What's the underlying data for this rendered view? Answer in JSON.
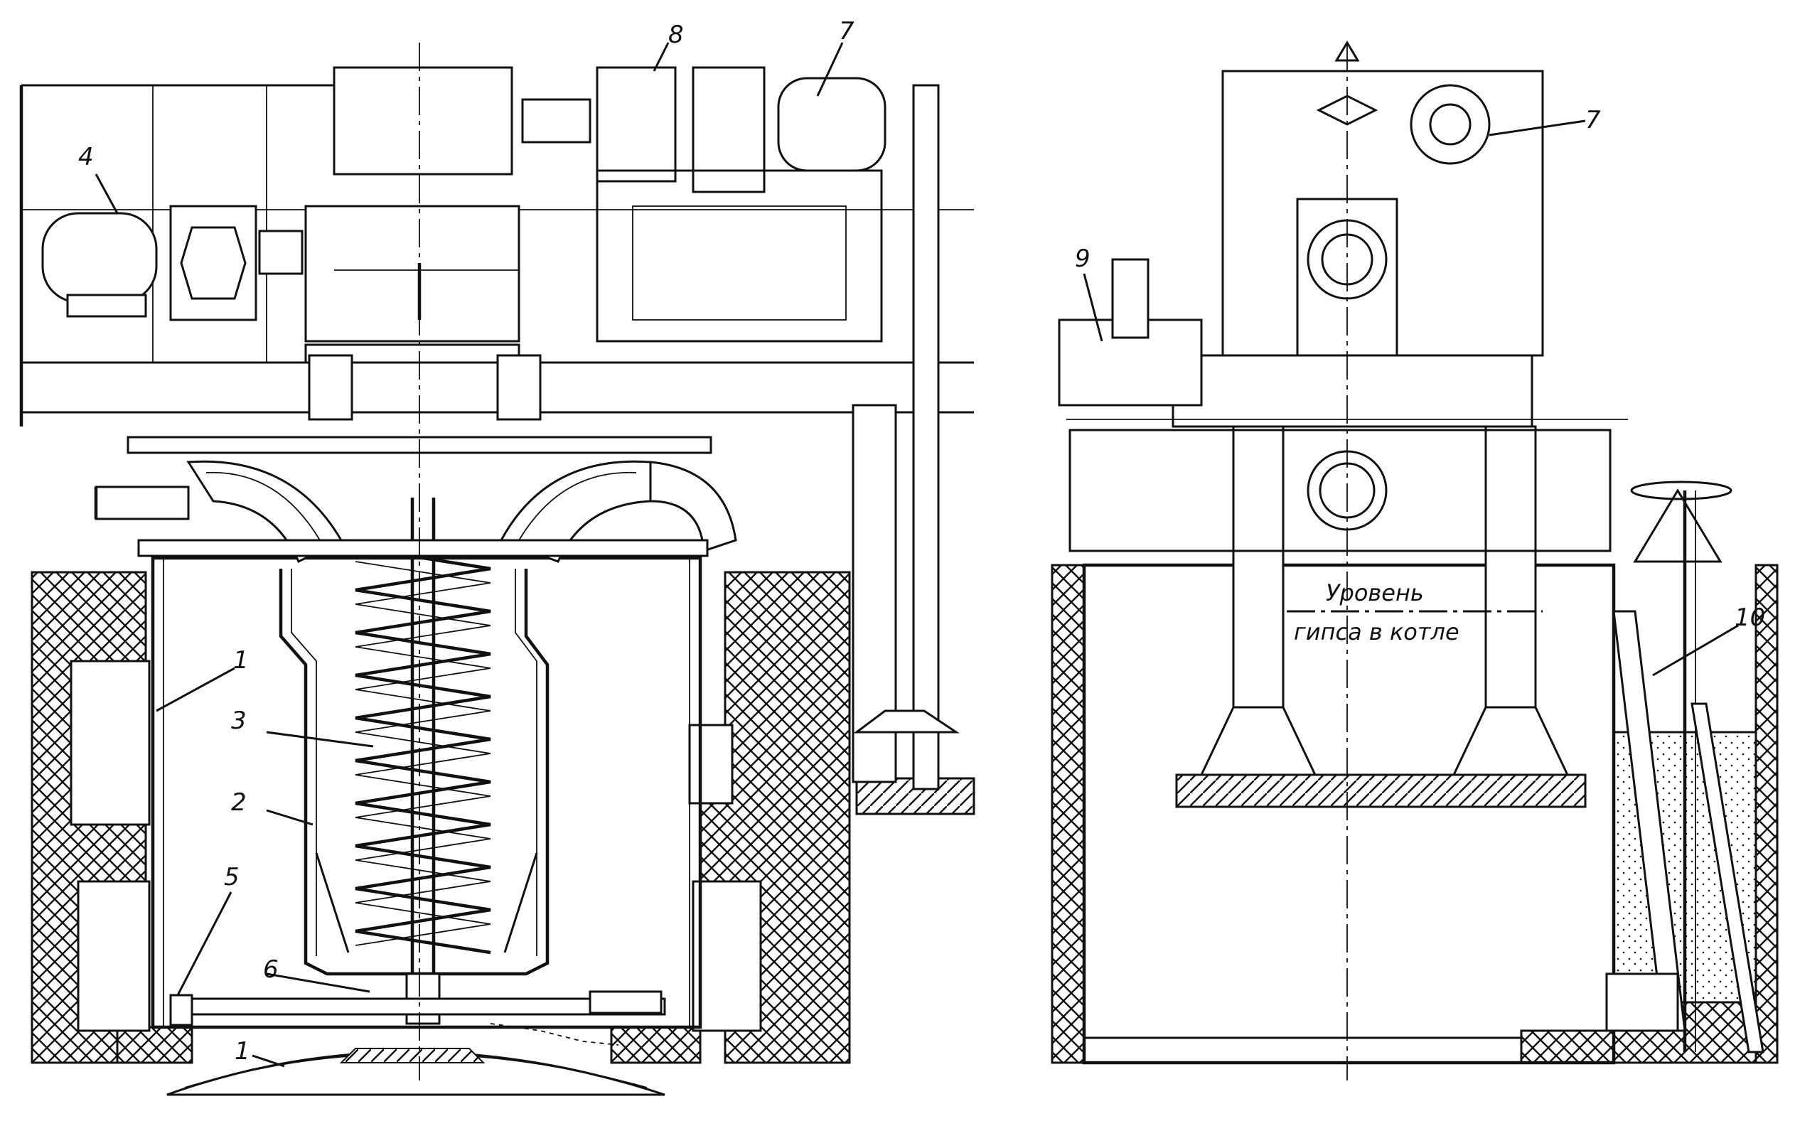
{
  "figure": {
    "left_view_labels": [
      "1",
      "2",
      "3",
      "4",
      "5",
      "6",
      "7",
      "8",
      "1"
    ],
    "right_view_labels": [
      "7",
      "9",
      "10"
    ],
    "level_text": [
      "Уровень",
      "гипса в котле"
    ]
  }
}
